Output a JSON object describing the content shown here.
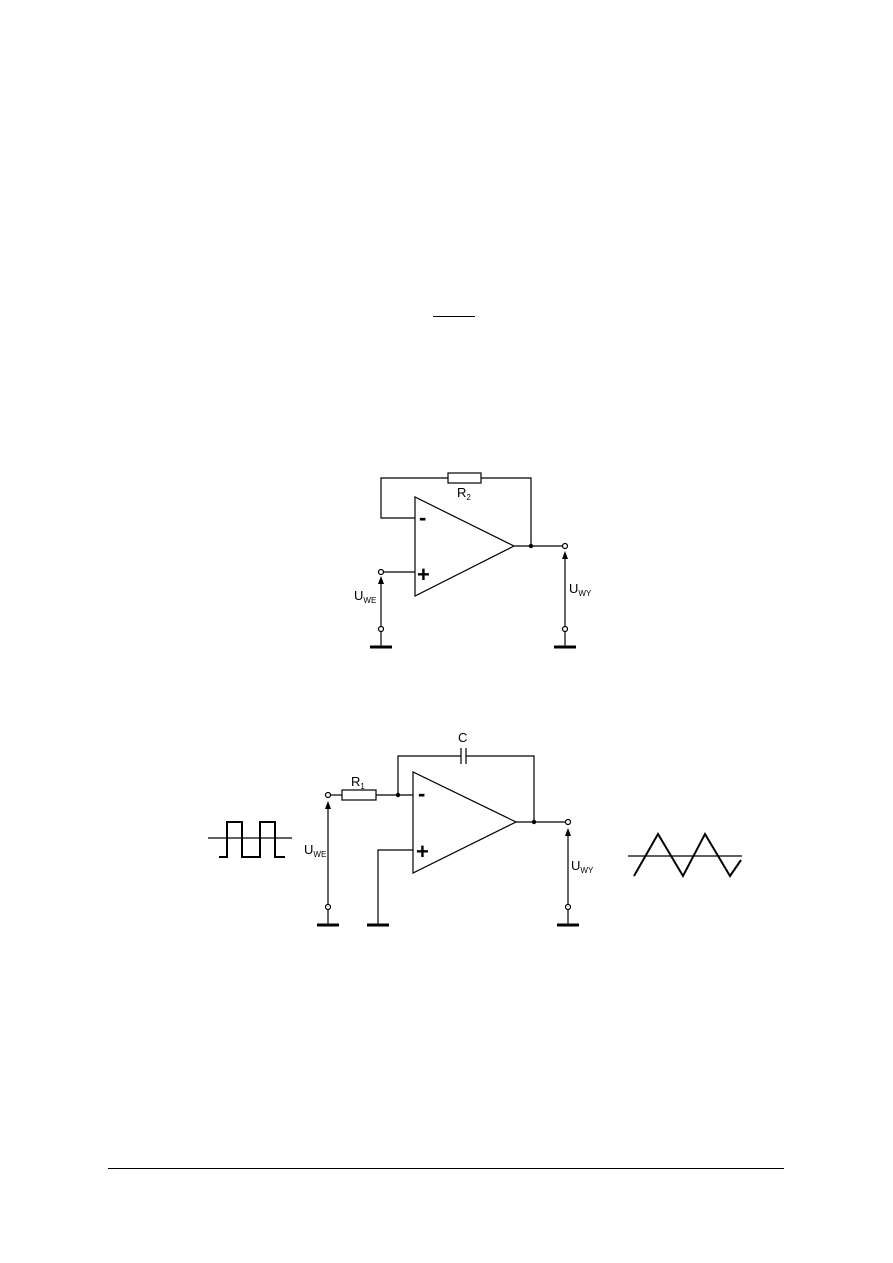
{
  "circuit1": {
    "feedback_resistor": {
      "label": "R",
      "sub": "2"
    },
    "input_voltage": {
      "label": "U",
      "sub": "WE"
    },
    "output_voltage": {
      "label": "U",
      "sub": "WY"
    },
    "minus_sign": "-",
    "plus_sign": "+"
  },
  "circuit2": {
    "capacitor": {
      "label": "C"
    },
    "input_resistor": {
      "label": "R",
      "sub": "1"
    },
    "input_voltage": {
      "label": "U",
      "sub": "WE"
    },
    "output_voltage": {
      "label": "U",
      "sub": "WY"
    },
    "minus_sign": "-",
    "plus_sign": "+"
  }
}
